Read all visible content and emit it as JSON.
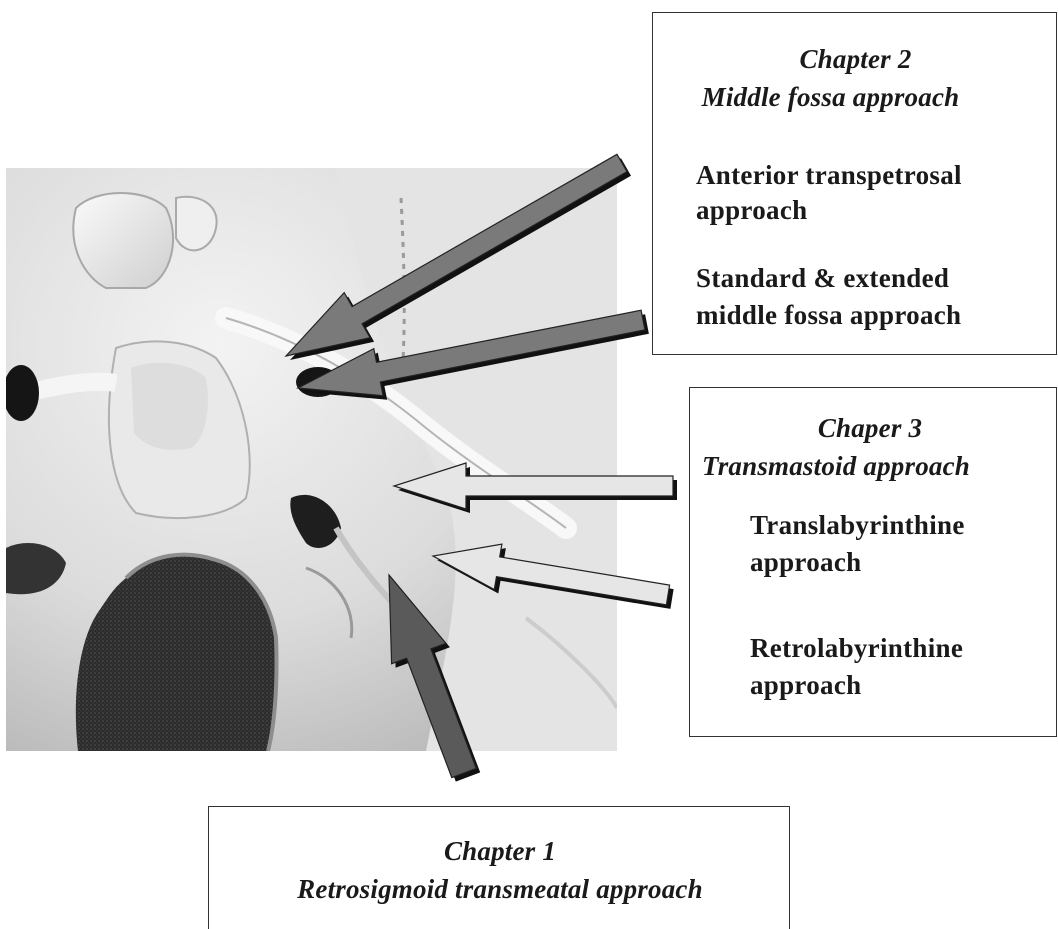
{
  "chapter2": {
    "title": "Chapter 2",
    "subtitle": "Middle fossa approach",
    "approaches": [
      {
        "line1": "Anterior transpetrosal",
        "line2": "approach"
      },
      {
        "line1": "Standard & extended",
        "line2": "middle fossa approach"
      }
    ]
  },
  "chapter3": {
    "title": "Chaper 3",
    "subtitle": "Transmastoid approach",
    "approaches": [
      {
        "line1": "Translabyrinthine",
        "line2": "approach"
      },
      {
        "line1": "Retrolabyrinthine",
        "line2": "approach"
      }
    ]
  },
  "chapter1": {
    "title": "Chapter 1",
    "subtitle": "Retrosigmoid transmeatal approach"
  },
  "colors": {
    "arrow_dark": "#5a5a5a",
    "arrow_mid": "#7a7a7a",
    "arrow_light": "#e6e6e6",
    "arrow_shadow": "#111111"
  }
}
